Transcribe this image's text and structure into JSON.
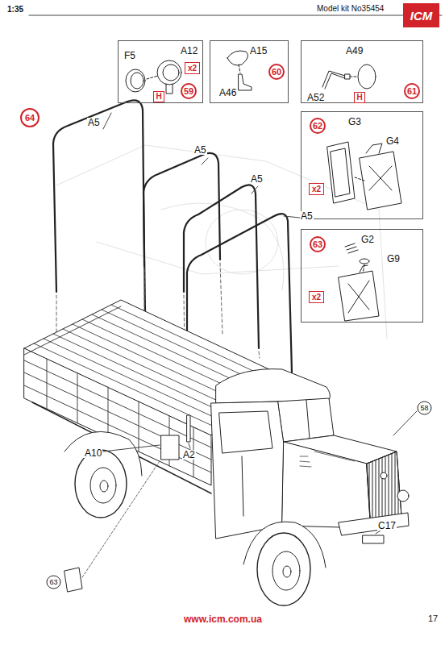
{
  "diagram": {
    "nodes": [
      {
        "text": [
          "ICM"
        ]
      },
      {
        "text": [
          "F5",
          "A12"
        ]
      },
      {
        "text": [
          "59"
        ],
        "in": 1
      },
      {
        "text": [
          "x2"
        ],
        "in": 1
      },
      {
        "text": [
          "H"
        ],
        "in": 1
      },
      {
        "text": [
          "A15",
          "A46"
        ]
      },
      {
        "text": [
          "60"
        ],
        "in": 5
      },
      {
        "text": [
          "A49",
          "A52"
        ]
      },
      {
        "text": [
          "H"
        ],
        "in": 7
      },
      {
        "text": [
          "61"
        ],
        "in": 7
      },
      {
        "text": [
          "64"
        ]
      },
      {
        "text": [
          "G3",
          "G4"
        ]
      },
      {
        "text": [
          "62"
        ],
        "in": 11
      },
      {
        "text": [
          "x2"
        ],
        "in": 11
      },
      {
        "text": [
          "G2",
          "G9"
        ]
      },
      {
        "text": [
          "63"
        ],
        "in": 14
      },
      {
        "text": [
          "x2"
        ],
        "in": 14
      },
      {
        "text": [
          "58"
        ]
      },
      {
        "text": [
          "63"
        ]
      }
    ],
    "labels": [
      "1:35",
      "Model kit No35454",
      "A5",
      "A5",
      "A5",
      "A5",
      "A10",
      "A2",
      "C17",
      "www.icm.com.ua",
      "17"
    ]
  }
}
